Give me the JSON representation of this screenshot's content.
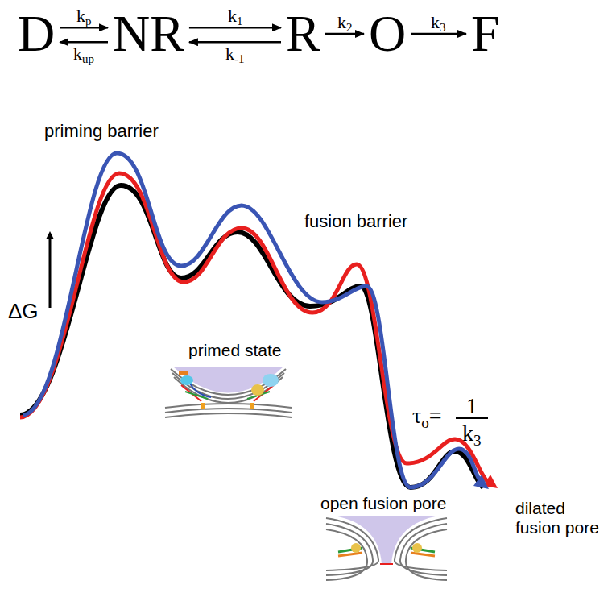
{
  "diagram": {
    "nodes": [
      {
        "text": [
          "D"
        ]
      },
      {
        "text": [
          "NR"
        ]
      },
      {
        "text": [
          "R"
        ]
      },
      {
        "text": [
          "O"
        ]
      },
      {
        "text": [
          "F"
        ]
      }
    ],
    "edges": [
      {
        "from": 0,
        "to": 1,
        "arrow": "to",
        "label": "kp"
      },
      {
        "from": 1,
        "to": 0,
        "arrow": "to",
        "label": "kup"
      },
      {
        "from": 1,
        "to": 2,
        "arrow": "to",
        "label": "k1"
      },
      {
        "from": 2,
        "to": 1,
        "arrow": "to",
        "label": "k-1"
      },
      {
        "from": 2,
        "to": 3,
        "arrow": "to",
        "label": "k2"
      },
      {
        "from": 3,
        "to": 4,
        "arrow": "to",
        "label": "k3"
      }
    ],
    "labels": [
      "priming barrier",
      "ΔG",
      "fusion barrier",
      "primed state",
      "τo=",
      "1",
      "k3",
      "open fusion pore",
      "dilated fusion pore"
    ]
  }
}
